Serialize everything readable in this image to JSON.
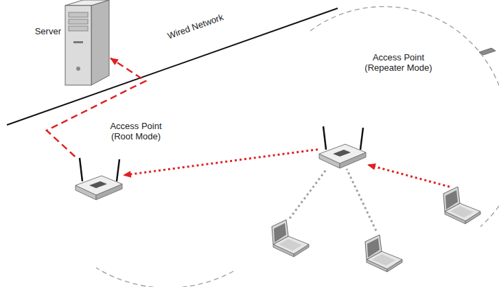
{
  "diagram": {
    "nodes": [
      {
        "text": [
          "Server"
        ]
      },
      {
        "text": [
          "Access Point (Root Mode)"
        ]
      },
      {
        "text": [
          "Access Point (Repeater Mode)"
        ]
      }
    ],
    "edges": [
      {
        "from": 1,
        "to": 0,
        "arrow": "to"
      },
      {
        "from": 2,
        "to": 1,
        "arrow": "to"
      }
    ],
    "labels": [
      "Wired Network"
    ]
  }
}
